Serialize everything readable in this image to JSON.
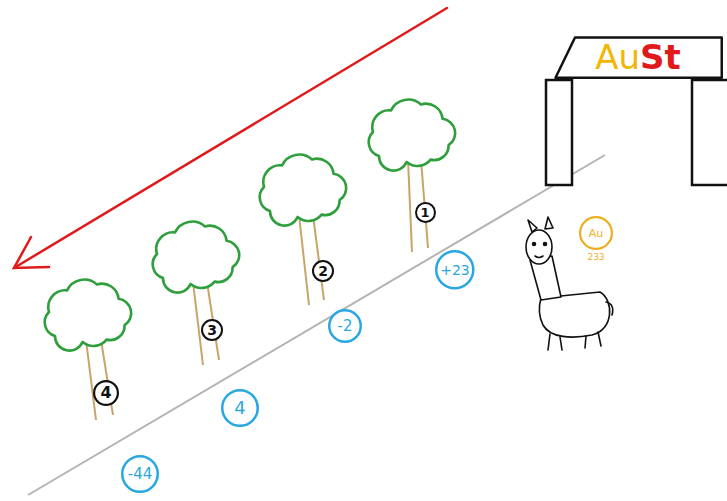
{
  "diagram": {
    "nodes": [
      {
        "text": [
          "Au",
          "St"
        ]
      },
      {
        "text": [
          "1"
        ]
      },
      {
        "text": [
          "2"
        ]
      },
      {
        "text": [
          "3"
        ]
      },
      {
        "text": [
          "4"
        ]
      },
      {
        "text": [
          "+23"
        ]
      },
      {
        "text": [
          "-2"
        ]
      },
      {
        "text": [
          "4"
        ]
      },
      {
        "text": [
          "-44"
        ]
      },
      {
        "text": [
          "Au",
          "233"
        ]
      }
    ]
  }
}
